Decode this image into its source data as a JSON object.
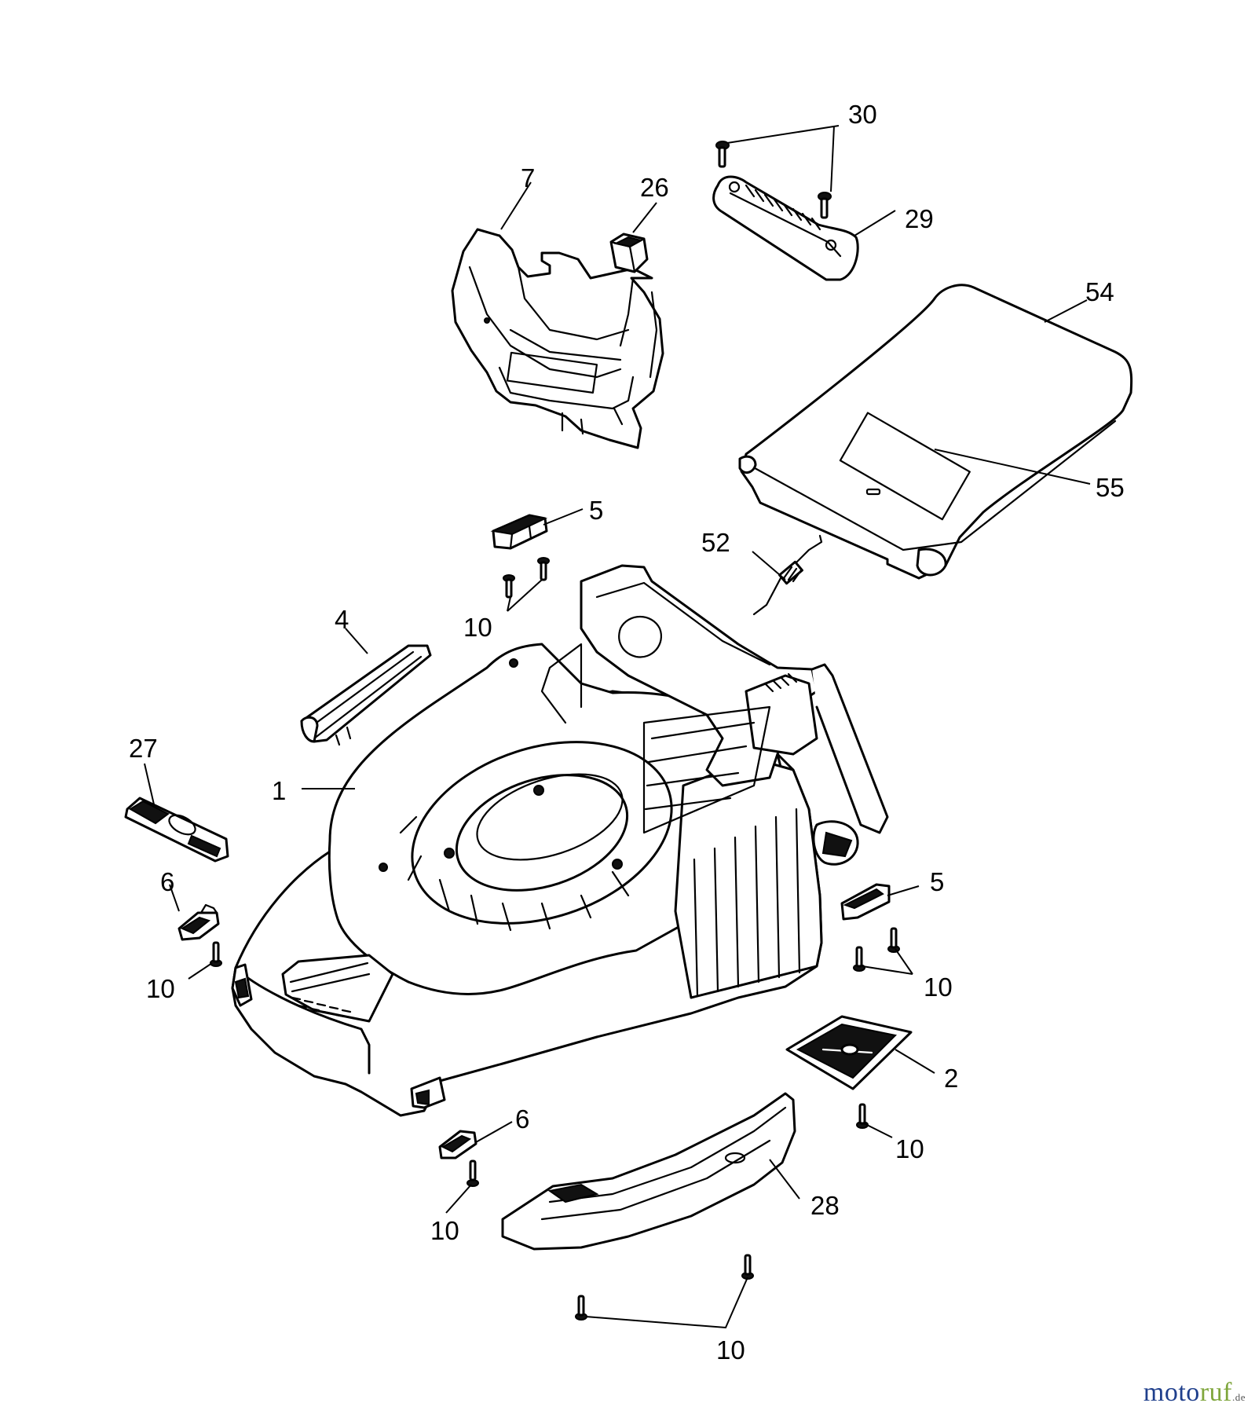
{
  "callouts": {
    "c30": "30",
    "c7": "7",
    "c26": "26",
    "c29": "29",
    "c54": "54",
    "c55": "55",
    "c5_top": "5",
    "c52": "52",
    "c10_a": "10",
    "c4": "4",
    "c27": "27",
    "c1": "1",
    "c6_left": "6",
    "c10_b": "10",
    "c5_right": "5",
    "c10_c": "10",
    "c2": "2",
    "c6_bottom": "6",
    "c10_d": "10",
    "c28": "28",
    "c10_e": "10",
    "c10_f": "10"
  },
  "watermark": {
    "part1": "moto",
    "part2": "ruf",
    "suffix": ".de"
  }
}
